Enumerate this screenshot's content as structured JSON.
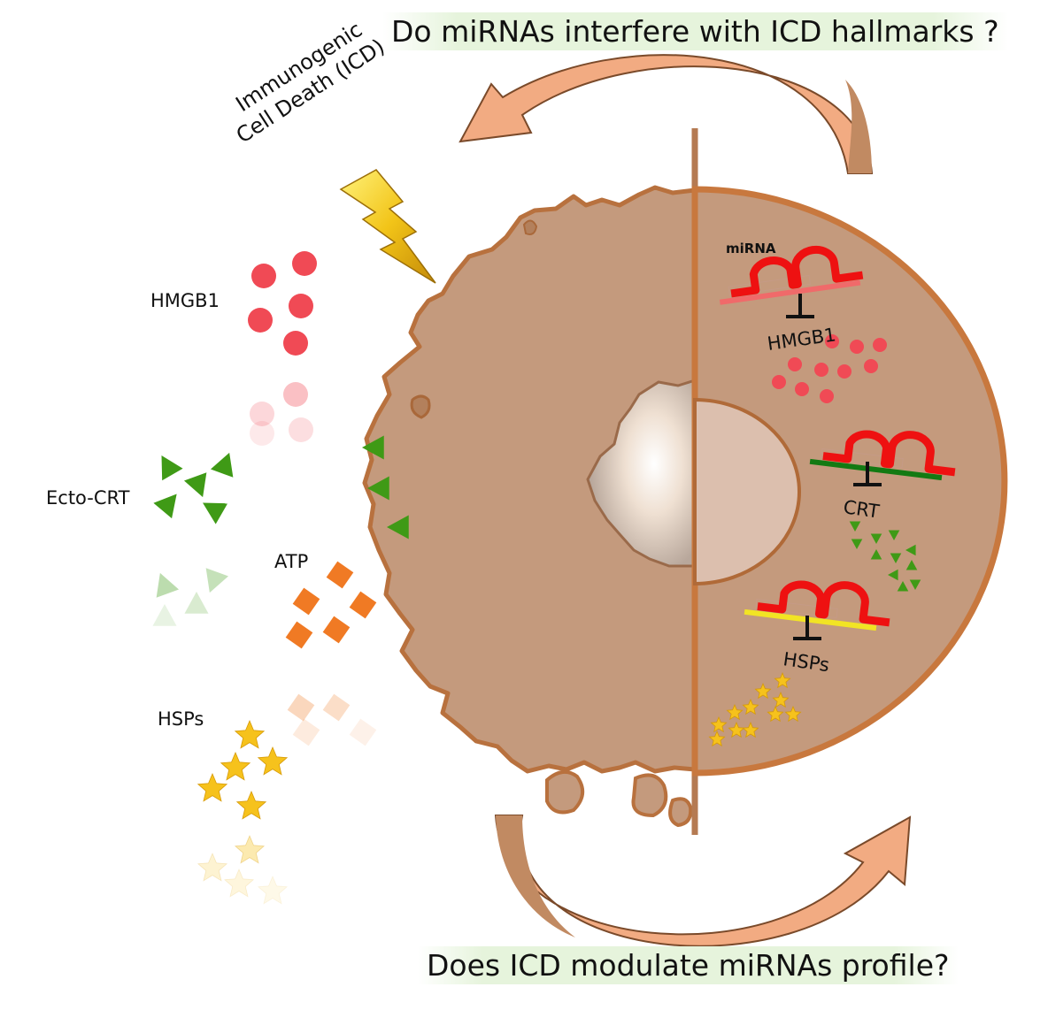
{
  "questions": {
    "top": "Do miRNAs interfere with ICD hallmarks ?",
    "bottom": "Does ICD modulate miRNAs profile?"
  },
  "icd_label": {
    "line1": "Immunogenic",
    "line2": "Cell Death (ICD)"
  },
  "left_labels": {
    "hmgb1": "HMGB1",
    "ecto_crt": "Ecto-CRT",
    "atp": "ATP",
    "hsps": "HSPs"
  },
  "right_labels": {
    "mirna": "miRNA",
    "hmgb1": "HMGB1",
    "crt": "CRT",
    "hsps": "HSPs"
  },
  "colors": {
    "cell_fill": "#c49a7d",
    "cell_edge": "#b06a38",
    "membrane": "#c8783e",
    "nucleus": "#dcbfae",
    "arrow_fill": "#f2ab82",
    "arrow_dark": "#c18a62",
    "hmgb1": "#f04a55",
    "crt": "#3f9a16",
    "atp": "#f07a24",
    "hsps": "#f6c21c",
    "mirna": "#ee1111",
    "hmgb1_mrna": "#f06a6a",
    "crt_mrna": "#137a13",
    "hsps_mrna": "#f2e424"
  }
}
